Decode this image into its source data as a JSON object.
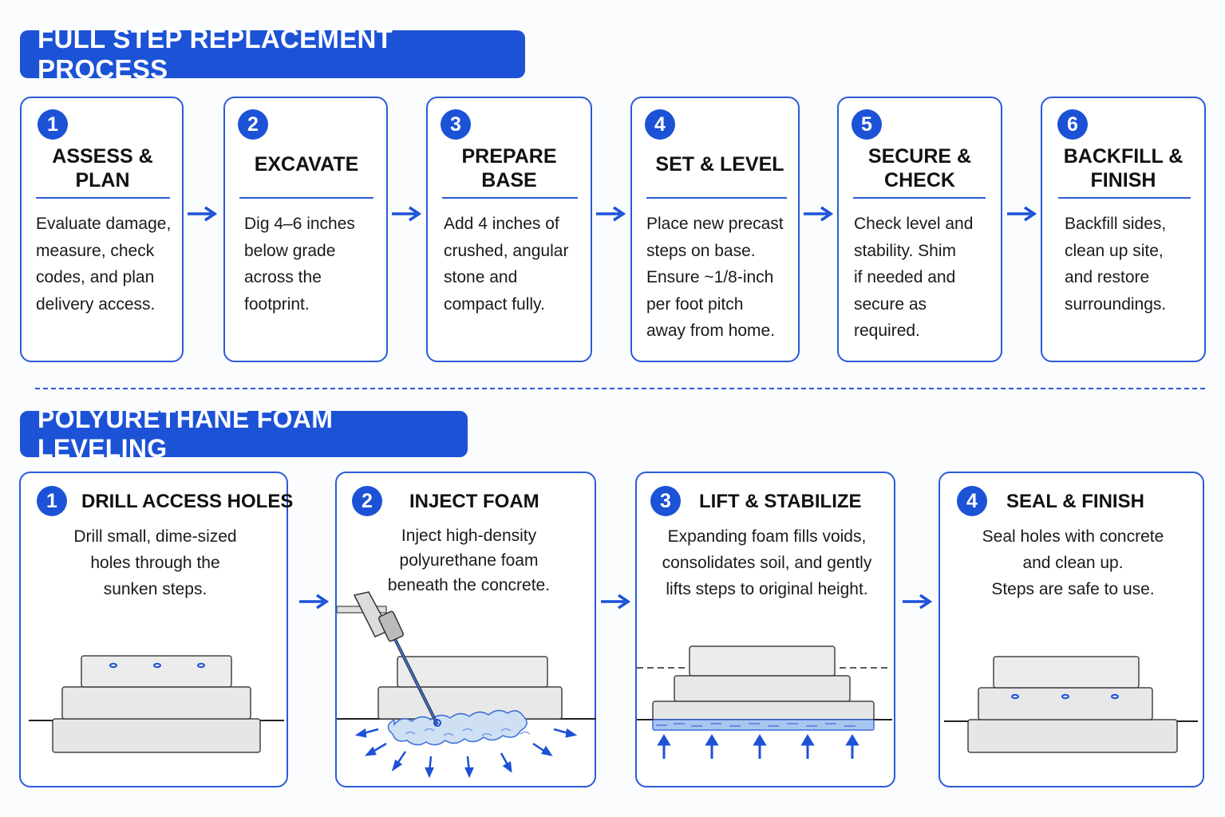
{
  "section_full": {
    "title": "FULL STEP REPLACEMENT PROCESS",
    "steps": [
      {
        "num": "1",
        "title_lines": [
          "ASSESS &",
          "PLAN"
        ],
        "desc_lines": [
          "Evaluate damage,",
          "measure, check",
          "codes, and plan",
          "delivery access."
        ]
      },
      {
        "num": "2",
        "title_lines": [
          "EXCAVATE"
        ],
        "desc_lines": [
          "Dig 4–6 inches",
          "below grade",
          "across the",
          "footprint."
        ]
      },
      {
        "num": "3",
        "title_lines": [
          "PREPARE",
          "BASE"
        ],
        "desc_lines": [
          "Add 4 inches of",
          "crushed, angular",
          "stone and",
          "compact fully."
        ]
      },
      {
        "num": "4",
        "title_lines": [
          "SET & LEVEL"
        ],
        "desc_lines": [
          "Place new precast",
          "steps on base.",
          "Ensure ~1/8-inch",
          "per foot pitch",
          "away from home."
        ]
      },
      {
        "num": "5",
        "title_lines": [
          "SECURE &",
          "CHECK"
        ],
        "desc_lines": [
          "Check level and",
          "stability. Shim",
          "if needed and",
          "secure as",
          "required."
        ]
      },
      {
        "num": "6",
        "title_lines": [
          "BACKFILL &",
          "FINISH"
        ],
        "desc_lines": [
          "Backfill sides,",
          "clean up site,",
          "and restore",
          "surroundings."
        ]
      }
    ]
  },
  "section_foam": {
    "title": "POLYURETHANE FOAM LEVELING",
    "steps": [
      {
        "num": "1",
        "title": "DRILL ACCESS HOLES",
        "desc_lines": [
          "Drill small, dime-sized",
          "holes through the",
          "sunken steps."
        ],
        "illustration": "drilled-steps"
      },
      {
        "num": "2",
        "title": "INJECT FOAM",
        "desc_lines": [
          "Inject high-density",
          "polyurethane foam",
          "beneath the concrete."
        ],
        "illustration": "foam-injection"
      },
      {
        "num": "3",
        "title": "LIFT & STABILIZE",
        "desc_lines": [
          "Expanding foam fills voids,",
          "consolidates soil, and gently",
          "lifts steps to original height."
        ],
        "illustration": "lifted-steps"
      },
      {
        "num": "4",
        "title": "SEAL & FINISH",
        "desc_lines": [
          "Seal holes with concrete",
          "and clean up.",
          "Steps are safe to use."
        ],
        "illustration": "sealed-steps"
      }
    ]
  },
  "colors": {
    "accent": "#1c52d6",
    "foam": "#cfe0f5",
    "concrete": "#e6e6e6"
  }
}
